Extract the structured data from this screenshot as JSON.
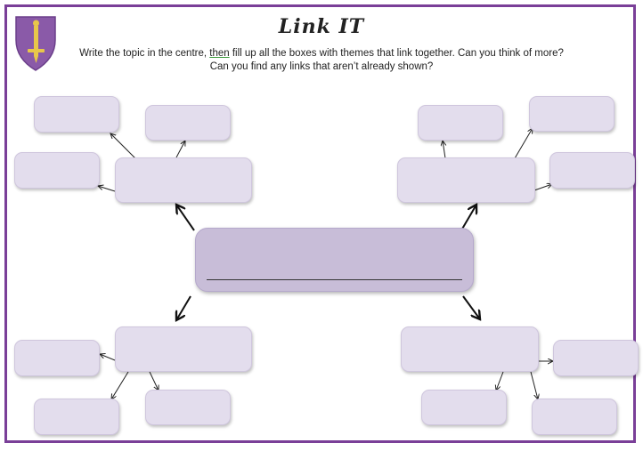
{
  "worksheet": {
    "title": "Link IT",
    "instructions_line1_before": "Write the topic in the centre, ",
    "instructions_line1_then": "then",
    "instructions_line1_after": " fill up all the boxes with themes that link together. Can you think of more?",
    "instructions_line2": "Can you find any links that aren’t already shown?"
  },
  "colors": {
    "border": "#7a3f98",
    "box_fill": "#e3dded",
    "centre_fill": "#c8bdd8",
    "shield": "#8a5aa8",
    "sword": "#e8c74a"
  },
  "icons": {
    "logo": "shield-with-sword-icon"
  }
}
